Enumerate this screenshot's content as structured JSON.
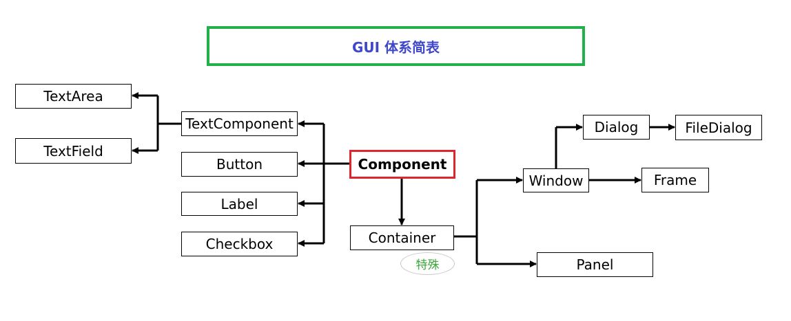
{
  "title": "GUI 体系简表",
  "nodes": {
    "textarea": "TextArea",
    "textfield": "TextField",
    "textcomponent": "TextComponent",
    "button": "Button",
    "label": "Label",
    "checkbox": "Checkbox",
    "component": "Component",
    "container": "Container",
    "window": "Window",
    "dialog": "Dialog",
    "filedialog": "FileDialog",
    "frame": "Frame",
    "panel": "Panel"
  },
  "badge": "特殊",
  "colors": {
    "title_border": "#22b04b",
    "title_text": "#3f48cc",
    "root_border": "#e0262c",
    "badge_text": "#3aa83a"
  }
}
